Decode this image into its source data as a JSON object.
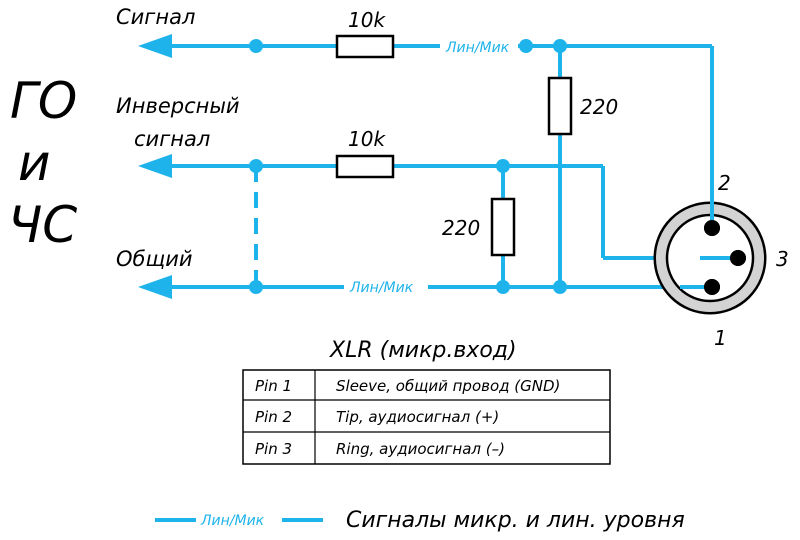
{
  "colors": {
    "wire": "#1EB4EB",
    "text": "#000000",
    "xlr_ring": "#D3D3D3"
  },
  "labels": {
    "signal": "Сигнал",
    "inv_signal_1": "Инверсный",
    "inv_signal_2": "сигнал",
    "common": "Общий",
    "device_1": "ГО",
    "device_2": "и",
    "device_3": "ЧС",
    "wire_level_top": "Лин/Мик",
    "wire_level_bottom": "Лин/Мик"
  },
  "components": {
    "r_signal": "10k",
    "r_inv_signal": "10k",
    "r_shunt_top": "220",
    "r_shunt_bottom": "220"
  },
  "xlr": {
    "pin_2": "2",
    "pin_3": "3",
    "pin_1": "1",
    "title": "XLR (микр.вход)"
  },
  "pin_table": {
    "rows": [
      {
        "pin": "Pin 1",
        "desc": "Sleeve, общий провод (GND)"
      },
      {
        "pin": "Pin 2",
        "desc": "Tip, аудиосигнал (+)"
      },
      {
        "pin": "Pin 3",
        "desc": "Ring, аудиосигнал (–)"
      }
    ]
  },
  "legend": {
    "line_label": "Лин/Мик",
    "text": "Сигналы микр. и лин. уровня"
  }
}
